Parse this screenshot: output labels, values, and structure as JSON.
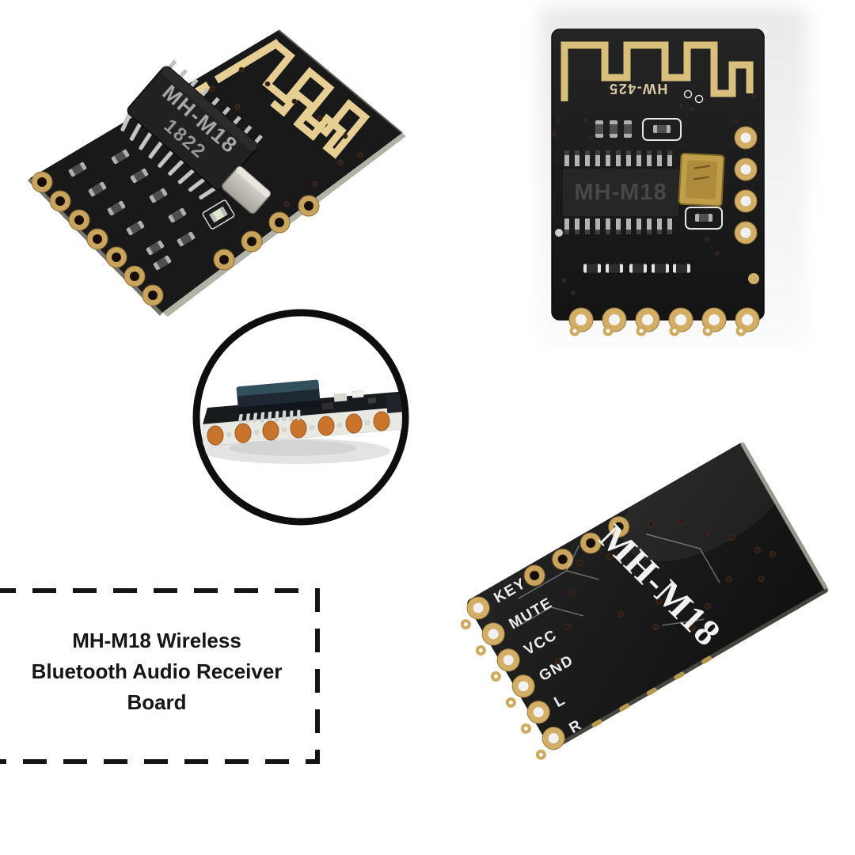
{
  "caption": {
    "text": "MH-M18 Wireless Bluetooth Audio Receiver Board",
    "lines": [
      "MH-M18 Wireless",
      "Bluetooth Audio Receiver",
      "Board"
    ]
  },
  "photos": {
    "front_angled": {
      "chip_marking": [
        "MH-M18",
        "1822"
      ]
    },
    "top_view": {
      "silkscreen_model": "HW-425",
      "chip_marking": "MH-M18"
    },
    "back_view": {
      "silkscreen_brand": "MH-M18",
      "pin_labels": [
        "KEY",
        "MUTE",
        "VCC",
        "GND",
        "L",
        "R"
      ]
    }
  },
  "colors": {
    "background": "#ffffff",
    "pcb_black": "#1b1b1b",
    "gold_pad": "#d3ae66",
    "antenna_gold": "#e7cf93",
    "silkscreen_white": "#ececec",
    "pad_orange": "#c8742c",
    "caption_text": "#161616",
    "dashed_border": "#141414"
  }
}
